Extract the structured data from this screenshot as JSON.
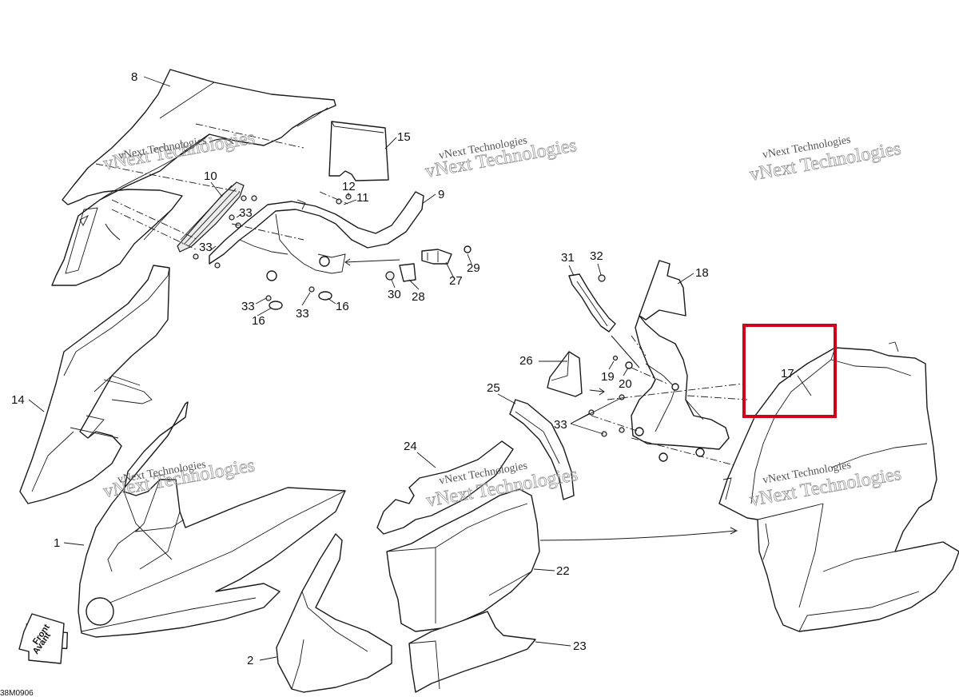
{
  "diagram_code": "38M0906",
  "front_label": "Front",
  "front_label_alt": "Avant",
  "highlight": {
    "part": "17",
    "color": "#d0021b"
  },
  "watermark": {
    "line1": "vNext Technologies",
    "line2": "vNext\nTechnologies"
  },
  "callouts": {
    "c1": "1",
    "c2": "2",
    "c8": "8",
    "c9": "9",
    "c10": "10",
    "c11": "11",
    "c12": "12",
    "c14": "14",
    "c15": "15",
    "c16a": "16",
    "c16b": "16",
    "c17": "17",
    "c18": "18",
    "c19": "19",
    "c20": "20",
    "c22": "22",
    "c23": "23",
    "c24": "24",
    "c25": "25",
    "c26": "26",
    "c27": "27",
    "c28": "28",
    "c29": "29",
    "c30": "30",
    "c31": "31",
    "c32": "32",
    "c33a": "33",
    "c33b": "33",
    "c33c": "33",
    "c33d": "33",
    "c33e": "33"
  }
}
